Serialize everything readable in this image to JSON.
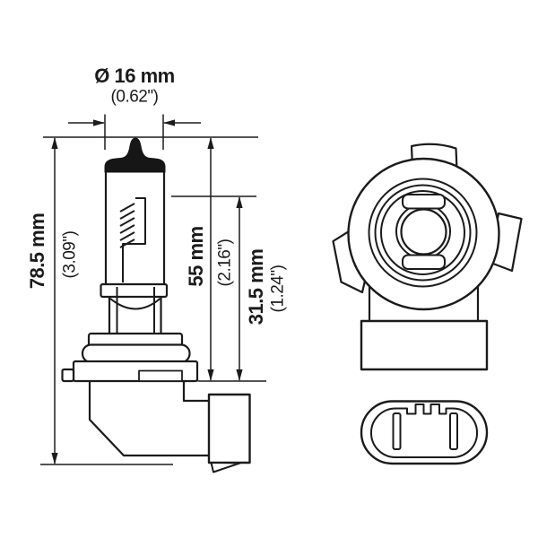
{
  "canvas": {
    "background": "#ffffff",
    "line_color": "#1b1b1b"
  },
  "dimensions": {
    "diameter": {
      "metric": "Ø 16 mm",
      "imperial": "(0.62\")"
    },
    "overall_length": {
      "metric": "78.5 mm",
      "imperial": "(3.09\")"
    },
    "glass_length": {
      "metric": "55 mm",
      "imperial": "(2.16\")"
    },
    "base_length": {
      "metric": "31.5 mm",
      "imperial": "(1.24\")"
    }
  }
}
